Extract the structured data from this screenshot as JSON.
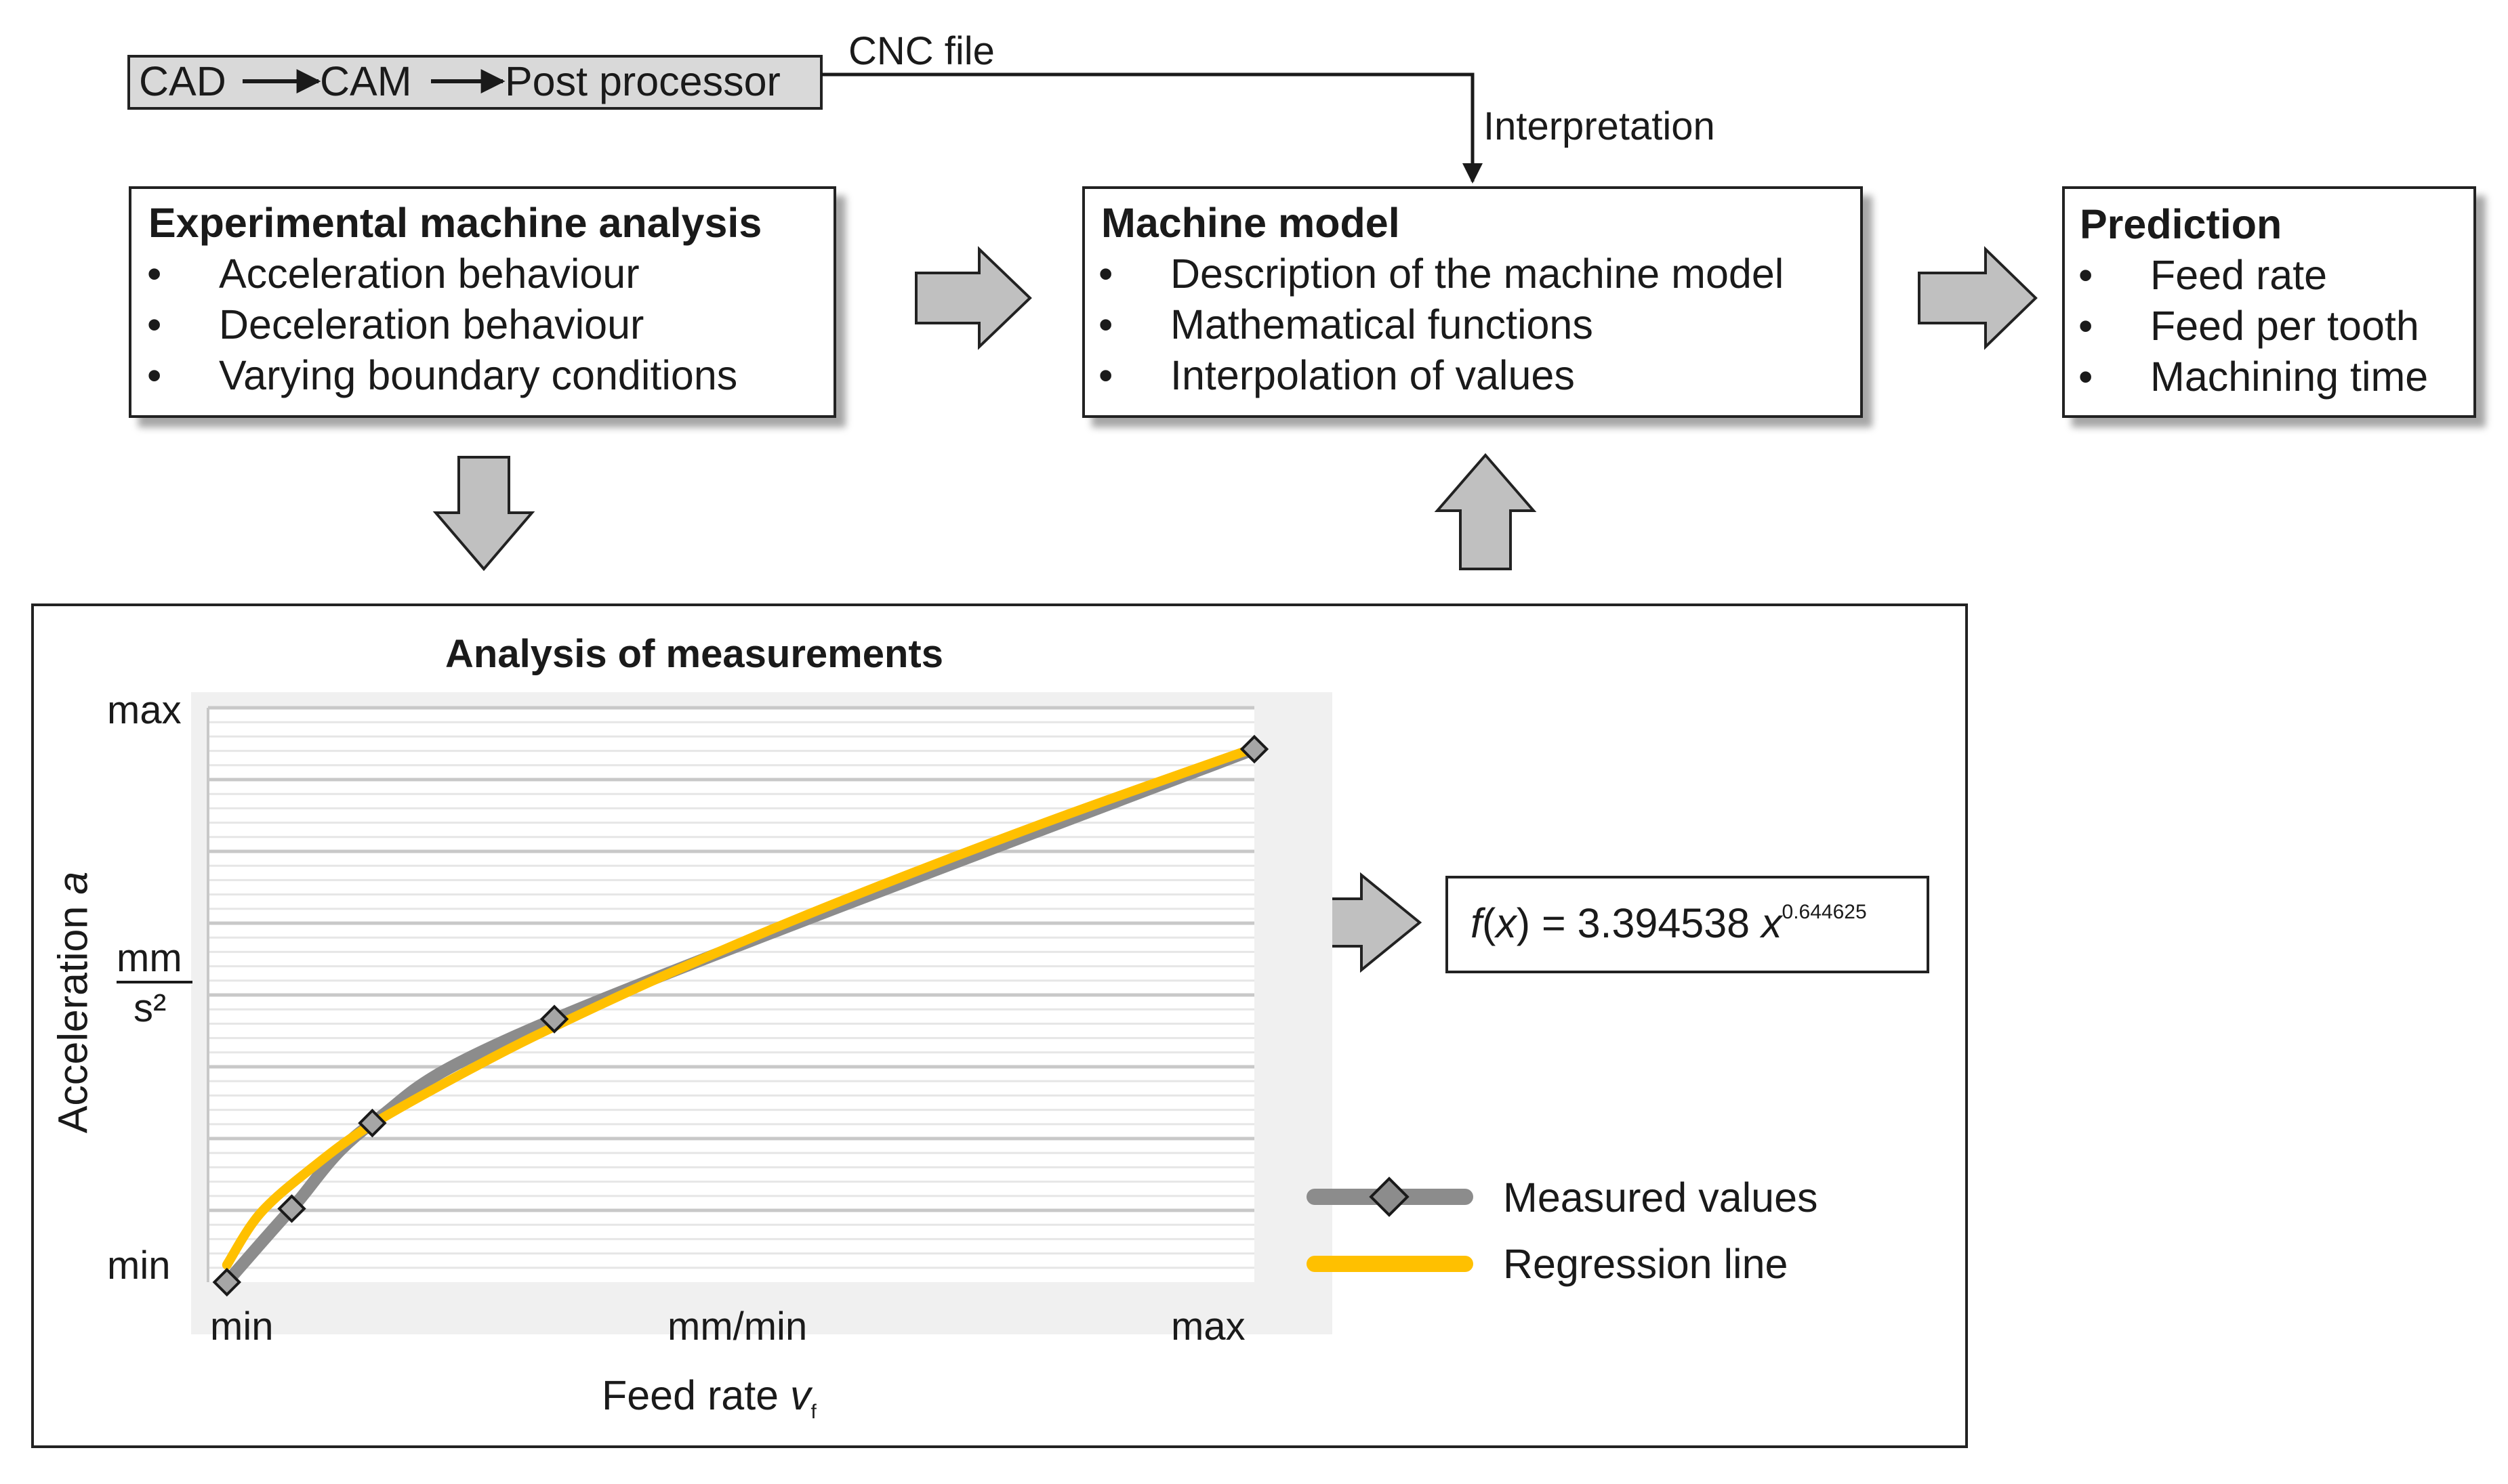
{
  "workflow": {
    "steps": [
      "CAD",
      "CAM",
      "Post processor"
    ],
    "cnc_label": "CNC file",
    "interpretation_label": "Interpretation"
  },
  "experimental": {
    "title": "Experimental machine analysis",
    "items": [
      "Acceleration behaviour",
      "Deceleration behaviour",
      "Varying boundary conditions"
    ]
  },
  "machine_model": {
    "title": "Machine model",
    "items": [
      "Description of the machine model",
      "Mathematical functions",
      "Interpolation of values"
    ]
  },
  "prediction": {
    "title": "Prediction",
    "items": [
      "Feed rate",
      "Feed per tooth",
      "Machining time"
    ]
  },
  "bullet_char": "•",
  "formula": {
    "fx": "f",
    "open": "(",
    "x": "x",
    "close": ")",
    "equals": " = 3.394538 ",
    "base": "x",
    "exponent": "0.644625"
  },
  "colors": {
    "measured": "#8c8c8c",
    "regression": "#ffc000",
    "arrow_fill": "#c0c0c0",
    "workflow_fill": "#d9d9d9"
  },
  "chart_data": {
    "type": "line",
    "title": "Analysis of measurements",
    "xlabel": "Feed rate v_f",
    "xlabel_main": "Feed rate ",
    "xlabel_var": "v",
    "xlabel_sub": "f",
    "ylabel": "Acceleration a",
    "ylabel_main": "Acceleration ",
    "ylabel_var": "a",
    "yunit_num": "mm",
    "yunit_den": "s²",
    "x_tick_labels": [
      "min",
      "mm/min",
      "max"
    ],
    "y_tick_labels": [
      "max",
      "min"
    ],
    "xlim": [
      0,
      1
    ],
    "ylim": [
      0,
      1
    ],
    "grid": true,
    "legend_position": "right",
    "series": [
      {
        "name": "Measured values",
        "marker": "diamond",
        "color": "#8c8c8c",
        "x": [
          0.018,
          0.08,
          0.157,
          0.331,
          1.0
        ],
        "y": [
          0.0,
          0.128,
          0.277,
          0.458,
          0.928
        ]
      },
      {
        "name": "Regression line",
        "color": "#ffc000",
        "function": "f(x) = 3.394538 x^0.644625",
        "x": [
          0.018,
          0.05,
          0.1,
          0.157,
          0.25,
          0.331,
          0.45,
          0.6,
          0.8,
          1.0
        ],
        "y": [
          0.03,
          0.12,
          0.2,
          0.275,
          0.37,
          0.445,
          0.545,
          0.66,
          0.8,
          0.93
        ]
      }
    ]
  }
}
